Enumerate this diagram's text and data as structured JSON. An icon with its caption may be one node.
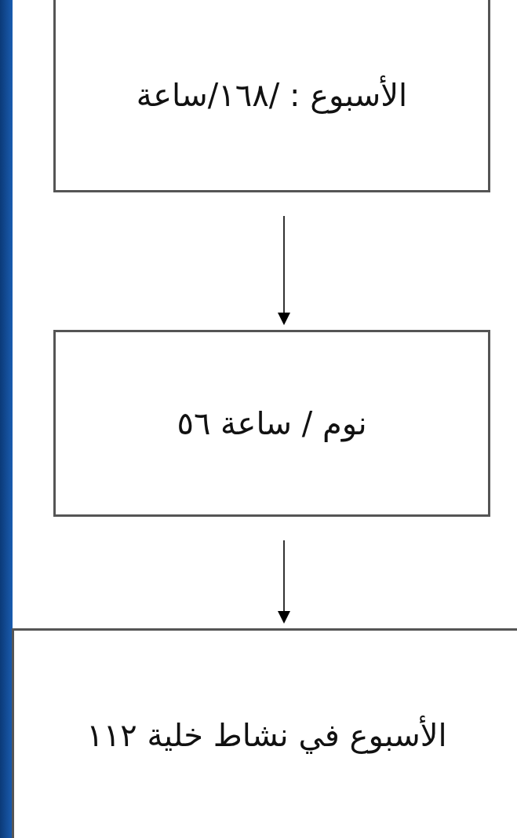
{
  "diagram": {
    "nodes": [
      {
        "text": [
          "الأسبوع : /١٦٨/ساعة"
        ]
      },
      {
        "text": [
          "نوم / ساعة ٥٦"
        ]
      },
      {
        "text": [
          "الأسبوع في نشاط خلية ١١٢"
        ]
      }
    ],
    "edges": [
      {
        "from": 0,
        "to": 1,
        "arrow": "to"
      },
      {
        "from": 1,
        "to": 2,
        "arrow": "to"
      }
    ]
  }
}
